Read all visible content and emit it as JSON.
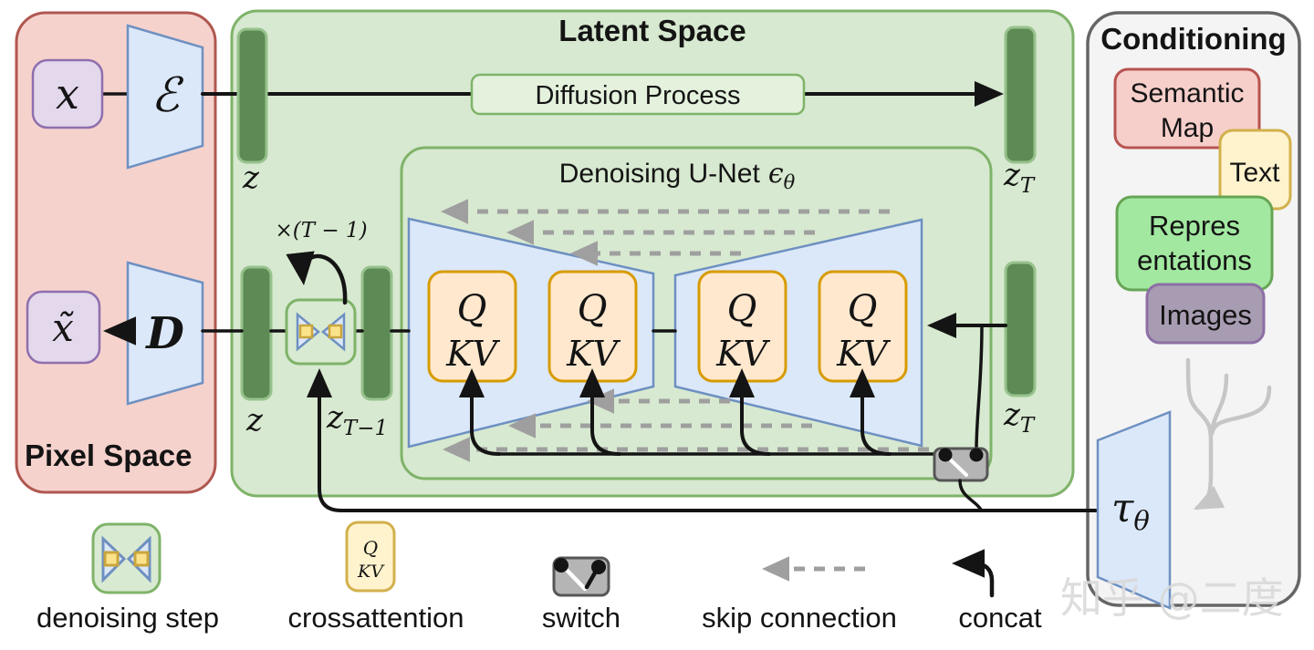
{
  "pixel_space": {
    "title": "Pixel Space",
    "x": "x",
    "x_tilde": "x̃",
    "encoder": "ℰ",
    "decoder": "D"
  },
  "latent_space": {
    "title": "Latent Space",
    "diffusion_process": "Diffusion Process",
    "unet_title": "Denoising U-Net",
    "unet_eps": "ϵ",
    "unet_eps_sub": "θ",
    "z_top": "z",
    "z_T_top_base": "z",
    "z_T_top_sub": "T",
    "z_left": "z",
    "z_T_minus_1_base": "z",
    "z_T_minus_1_sub": "T−1",
    "z_T_right_base": "z",
    "z_T_right_sub": "T",
    "loop_label": "×(T − 1)",
    "attn_q": "Q",
    "attn_kv": "KV"
  },
  "conditioning": {
    "title": "Conditioning",
    "semantic_map_line1": "Semantic",
    "semantic_map_line2": "Map",
    "text": "Text",
    "representations_line1": "Repres",
    "representations_line2": "entations",
    "images": "Images",
    "tau_base": "τ",
    "tau_sub": "θ"
  },
  "legend": {
    "q": "Q",
    "kv": "KV",
    "denoising_step": "denoising step",
    "crossattention": "crossattention",
    "switch": "switch",
    "skip_connection": "skip connection",
    "concat": "concat"
  },
  "watermark": "知乎 @二度",
  "palette": {
    "pixel_space_fill": "#f6d2cd",
    "pixel_space_stroke": "#b05750",
    "latent_fill": "#d7e9d0",
    "latent_stroke": "#7fb369",
    "latent_bar_fill": "#5d8a55",
    "purple_fill": "#e3d8ec",
    "purple_stroke": "#8f6fae",
    "blue_fill": "#dbe8f9",
    "blue_stroke": "#6e90c1",
    "attention_fill": "#ffe8ce",
    "attention_stroke": "#d79b00",
    "yellow_fill": "#fff3cd",
    "yellow_stroke": "#d2b04c",
    "conditioning_fill": "#f4f4f4",
    "conditioning_stroke": "#666666",
    "semantic_map_fill": "#f6cfcb",
    "representations_fill": "#a2e8a0",
    "images_fill": "#a89cb2",
    "switch_fill": "#b5b5b5",
    "skip_gray": "#9f9f9f",
    "line_black": "#141414"
  }
}
